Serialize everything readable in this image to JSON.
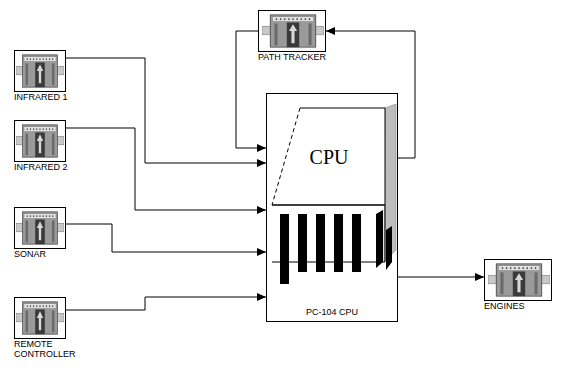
{
  "diagram": {
    "nodes": [
      {
        "text": [
          "INFRARED 1"
        ]
      },
      {
        "text": [
          "INFRARED 2"
        ]
      },
      {
        "text": [
          "SONAR"
        ]
      },
      {
        "text": [
          "REMOTE CONTROLLER"
        ]
      },
      {
        "text": [
          "PATH TRACKER"
        ]
      },
      {
        "text": [
          "CPU",
          "PC-104 CPU"
        ]
      },
      {
        "text": [
          "ENGINES"
        ]
      }
    ],
    "edges": [
      {
        "from": 0,
        "to": 5,
        "arrow": "to"
      },
      {
        "from": 1,
        "to": 5,
        "arrow": "to"
      },
      {
        "from": 2,
        "to": 5,
        "arrow": "to"
      },
      {
        "from": 3,
        "to": 5,
        "arrow": "to"
      },
      {
        "from": 5,
        "to": 4,
        "arrow": "to"
      },
      {
        "from": 4,
        "to": 5,
        "arrow": "to"
      },
      {
        "from": 5,
        "to": 6,
        "arrow": "to"
      }
    ]
  }
}
